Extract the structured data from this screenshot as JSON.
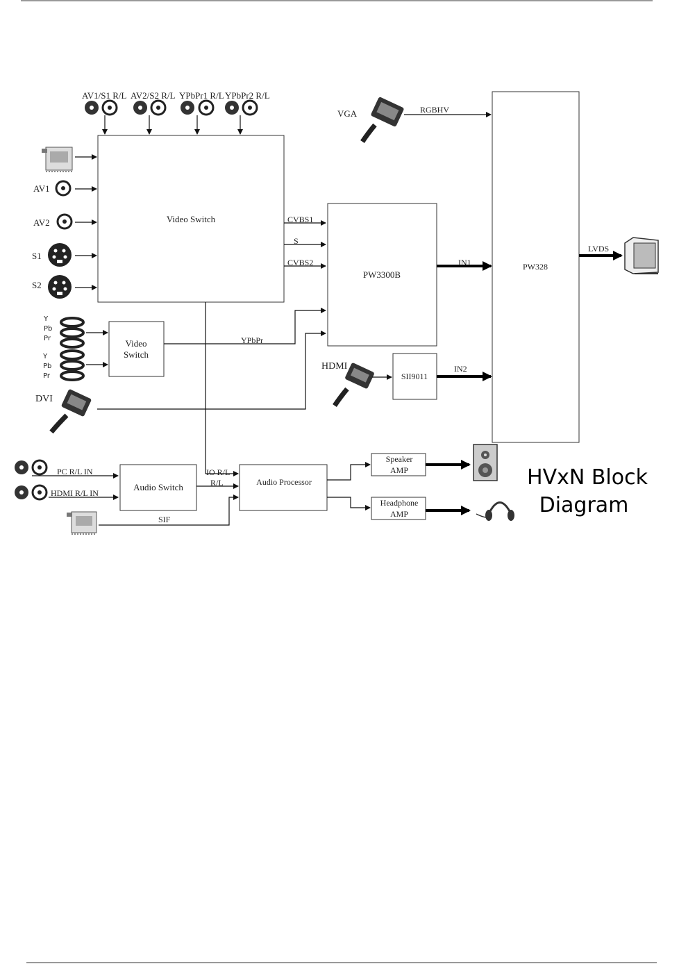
{
  "diagram": {
    "title_line1": "HVxN Block",
    "title_line2": "Diagram",
    "blocks": {
      "video_switch_main": "Video Switch",
      "video_switch_small_1": "Video",
      "video_switch_small_2": "Switch",
      "pw3300b": "PW3300B",
      "pw328": "PW328",
      "sii9011": "SII9011",
      "audio_switch": "Audio Switch",
      "audio_processor": "Audio Processor",
      "speaker_amp_1": "Speaker",
      "speaker_amp_2": "AMP",
      "headphone_amp_1": "Headphone",
      "headphone_amp_2": "AMP"
    },
    "top_inputs": [
      "AV1/S1 R/L",
      "AV2/S2 R/L",
      "YPbPr1 R/L",
      "YPbPr2 R/L"
    ],
    "left_inputs": {
      "av1": "AV1",
      "av2": "AV2",
      "s1": "S1",
      "s2": "S2",
      "y1": "Y",
      "pb1": "Pb",
      "pr1": "Pr",
      "y2": "Y",
      "pb2": "Pb",
      "pr2": "Pr",
      "dvi": "DVI",
      "vga": "VGA",
      "hdmi": "HDMI"
    },
    "signals": {
      "rgbhv": "RGBHV",
      "cvbs1": "CVBS1",
      "s": "S",
      "cvbs2": "CVBS2",
      "in1": "IN1",
      "in2": "IN2",
      "lvds": "LVDS",
      "ypbpr": "YPbPr",
      "pc_rl_in": "PC R/L IN",
      "hdmi_rl_in": "HDMI R/L IN",
      "sif": "SIF",
      "io_rl": "IO R/L",
      "rl": "R/L"
    }
  }
}
